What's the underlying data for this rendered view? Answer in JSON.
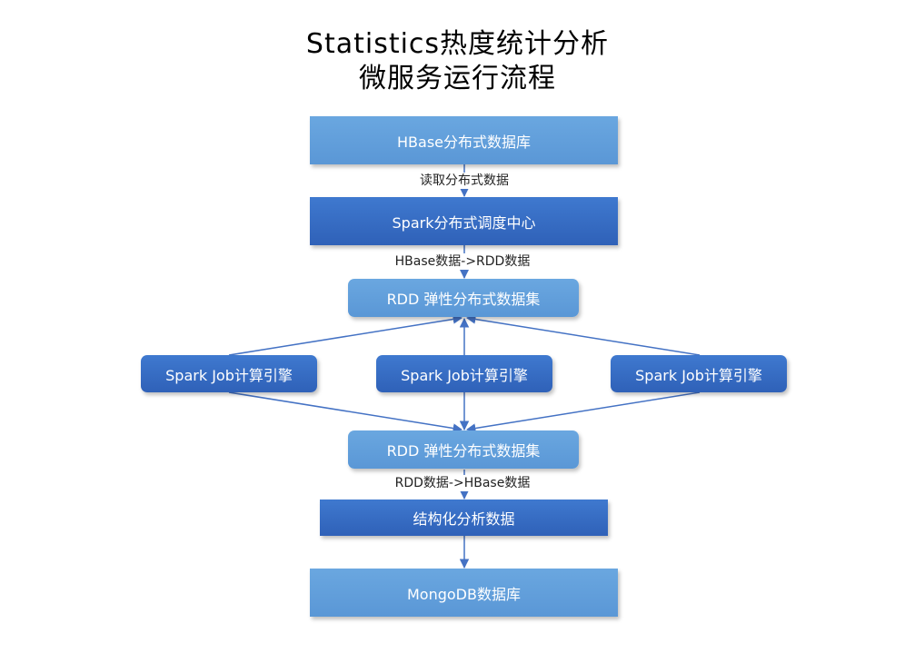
{
  "title": {
    "line1": "Statistics热度统计分析",
    "line2": "微服务运行流程"
  },
  "nodes": {
    "hbase_db": "HBase分布式数据库",
    "spark_scheduler": "Spark分布式调度中心",
    "rdd_top": "RDD 弹性分布式数据集",
    "job_left": "Spark Job计算引擎",
    "job_center": "Spark Job计算引擎",
    "job_right": "Spark Job计算引擎",
    "rdd_bottom": "RDD 弹性分布式数据集",
    "structured": "结构化分析数据",
    "mongodb": "MongoDB数据库"
  },
  "edge_labels": {
    "read": "读取分布式数据",
    "hbase_to_rdd": "HBase数据->RDD数据",
    "rdd_to_hbase": "RDD数据->HBase数据"
  },
  "colors": {
    "light_node": "#5b9bd5",
    "dark_node": "#3465c0",
    "connector": "#4472c4"
  }
}
